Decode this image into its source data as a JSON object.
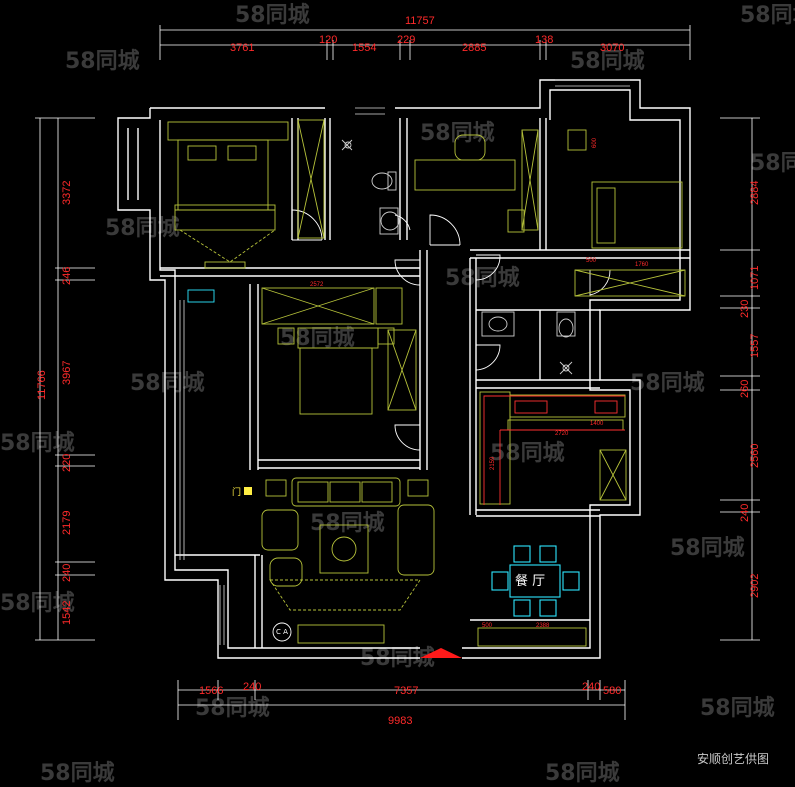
{
  "dimensions": {
    "top_total": "11757",
    "top": [
      "3761",
      "120",
      "1554",
      "229",
      "2885",
      "138",
      "3070"
    ],
    "bottom": [
      "1566",
      "240",
      "7357",
      "240",
      "580"
    ],
    "bottom_total": "9983",
    "left_total": "11766",
    "left": [
      "3372",
      "246",
      "3967",
      "220",
      "2179",
      "240",
      "1542"
    ],
    "right": [
      "2884",
      "1071",
      "230",
      "1557",
      "260",
      "2560",
      "240",
      "2902"
    ],
    "inner": [
      "2572",
      "500",
      "2720",
      "1400",
      "500",
      "1760",
      "2388",
      "600",
      "2159"
    ]
  },
  "labels": {
    "dining": "餐 厅",
    "door": "门",
    "ca": "C A"
  },
  "watermark": "58同城",
  "credit": "安顺创艺供图",
  "colors": {
    "background": "#000000",
    "walls": "#ffffff",
    "dimensions": "#ff2a2a",
    "furniture": "#b6c23a",
    "dining": "#2ee6ff",
    "fixtures": "#cfcfcf"
  }
}
